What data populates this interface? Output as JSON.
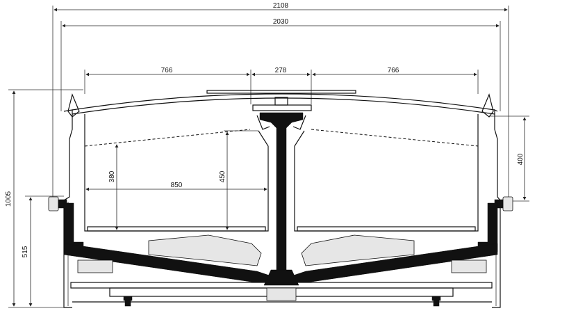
{
  "dimensions": {
    "overall_width": "2108",
    "inner_width": "2030",
    "basket_left_width": "766",
    "center_gap": "278",
    "basket_right_width": "766",
    "basket_depth_width": "850",
    "overall_height": "1005",
    "working_height": "515",
    "lid_height": "400",
    "basket_height_380": "380",
    "basket_height_450": "450"
  }
}
